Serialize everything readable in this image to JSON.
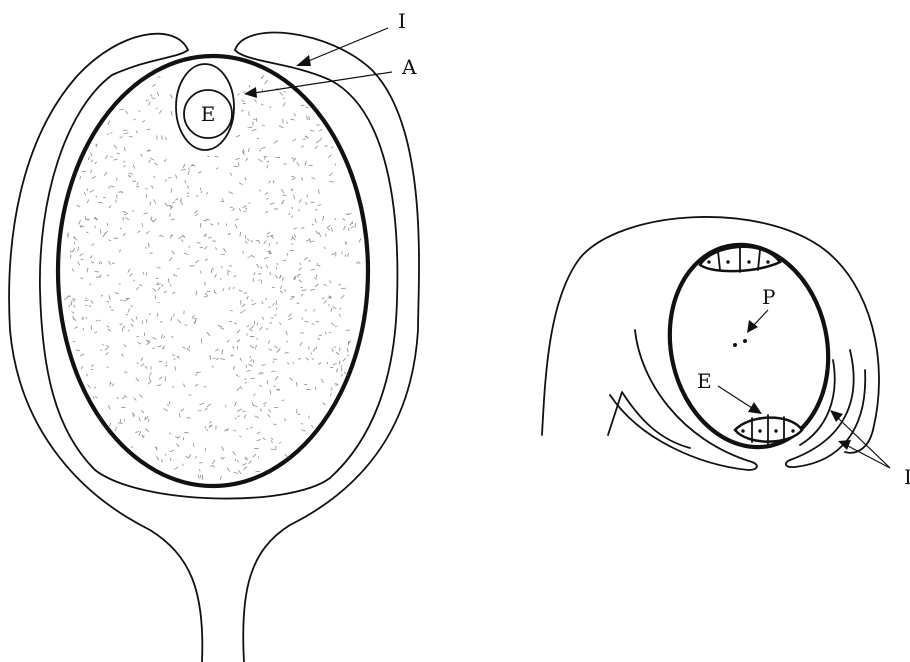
{
  "figure": {
    "left": {
      "labels": {
        "integument": "I",
        "archegonium": "A",
        "egg": "E"
      }
    },
    "right": {
      "labels": {
        "polar": "P",
        "egg": "E",
        "integument_partial": "I"
      }
    }
  },
  "colors": {
    "ink": "#111111",
    "background": "#ffffff"
  }
}
